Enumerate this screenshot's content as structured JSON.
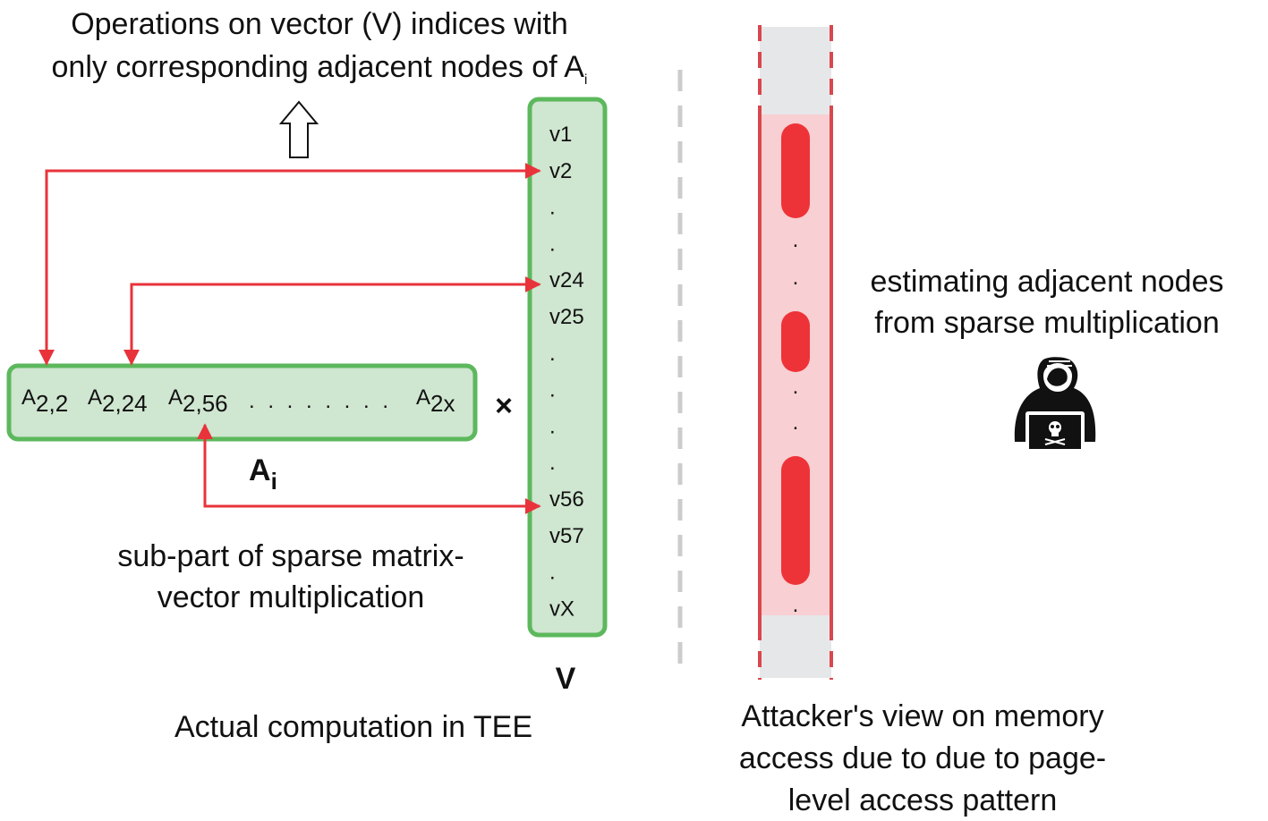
{
  "top_caption": {
    "line1": "Operations on vector (V) indices with",
    "line2_main": "only corresponding adjacent nodes of A",
    "line2_sub": "i"
  },
  "row_label": {
    "main": "A",
    "sub": "i"
  },
  "row_entries": [
    {
      "main": "A",
      "sub": "2,2"
    },
    {
      "main": "A",
      "sub": "2,24"
    },
    {
      "main": "A",
      "sub": "2,56"
    },
    {
      "main": "A",
      "sub": "2x"
    }
  ],
  "row_ellipsis": ". . . . . . . .",
  "multiply_symbol": "×",
  "vector_label": "V",
  "vector_entries": [
    "v1",
    "v2",
    ".",
    ".",
    "v24",
    "v25",
    ".",
    ".",
    ".",
    ".",
    "v56",
    "v57",
    ".",
    "vX"
  ],
  "caption_subpart": {
    "line1": "sub-part of sparse matrix-",
    "line2": "vector multiplication"
  },
  "caption_tee": "Actual computation in TEE",
  "attacker_caption": {
    "line1": "estimating adjacent nodes",
    "line2": "from sparse multiplication"
  },
  "memory_dots": [
    ".",
    ".",
    ".",
    ".",
    "."
  ],
  "caption_attacker_view": {
    "line1": "Attacker's view on memory",
    "line2": "access due to due to page-",
    "line3": "level access pattern"
  },
  "hacker_icon": "hacker-icon",
  "colors": {
    "green_fill": "#cfe6d0",
    "green_stroke": "#5cb85c",
    "arrow_red": "#e8333b",
    "memory_fill": "#f8cfd2",
    "memory_access": "#ee3338",
    "memory_grey": "#e6e7e9",
    "divider_grey": "#cccccc"
  }
}
